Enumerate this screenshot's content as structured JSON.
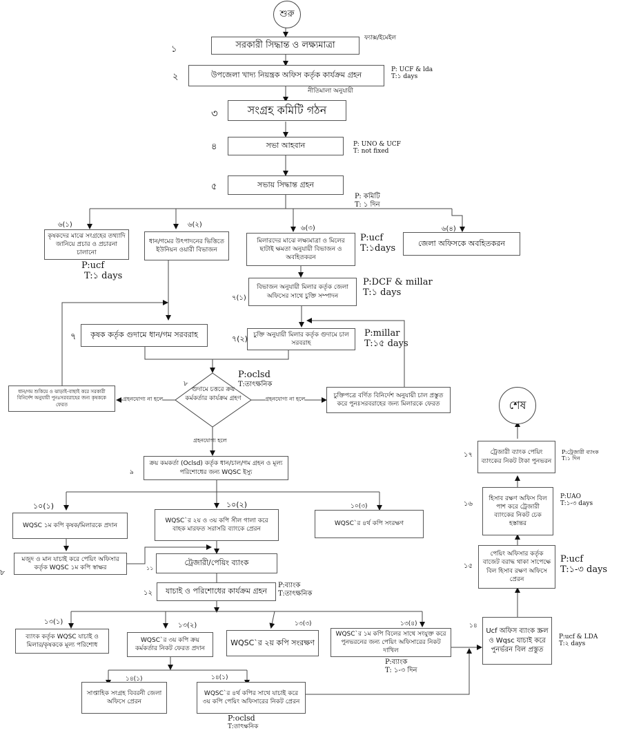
{
  "start": "শুরু",
  "end": "শেষ",
  "steps": {
    "s1": {
      "num": "১",
      "text": "সরকারী সিদ্ধান্ত ও লক্ষ্যমাত্রা",
      "note": "ফ্যাক্স/ইমেইল"
    },
    "s2": {
      "num": "২",
      "text": "উপজেলা খাদ্য নিয়ন্ত্রক অফিস কর্তৃক কার্যক্রম গ্রহন",
      "p": "P: UCF & lda",
      "t": "T:১ days",
      "note": "নীতিমালা অনুযায়ী"
    },
    "s3": {
      "num": "৩",
      "text": "সংগ্রহ কমিটি গঠন"
    },
    "s4": {
      "num": "৪",
      "text": "সভা আহবান",
      "p": "P: UNO & UCF",
      "t": "T: not fixed"
    },
    "s5": {
      "num": "৫",
      "text": "সভায় সিদ্ধান্ত গ্রহন",
      "p": "P: কমিটি",
      "t": "T: ১ দিন"
    },
    "s6_1": {
      "num": "৬(১)",
      "text": "কৃষকদের মাঝে সংগ্রহের তথ্যাদি জানিয়ে প্রচার ও প্রচারনা চালানো",
      "p": "P:ucf",
      "t": "T:১ days"
    },
    "s6_2": {
      "num": "৬(২)",
      "text": "ধান/গমের উৎপাদনের ভিত্তিতে ইউনিয়ন ওয়ারী বিভাজন"
    },
    "s6_3": {
      "num": "৬(৩)",
      "text": "মিলারদের মাঝে লক্ষ্যমাত্রা ও মিলের ছাটাই ক্ষমতা অনুযায়ী বিভাজন ও অবহিতকরন",
      "p": "P:ucf",
      "t": "T:১days"
    },
    "s6_4": {
      "num": "৬(৪)",
      "text": "জেলা অফিসকে অবহিতকরন"
    },
    "s7_1": {
      "num": "৭(১)",
      "text": "বিভাজন অনুযায়ী মিলার কর্তৃক জেলা অফিসের সাথে চুক্তি সম্পাদন",
      "p": "P:DCF & millar",
      "t": "T:১ days"
    },
    "s7": {
      "num": "৭",
      "text": "কৃষক কর্তৃক গুদামে ধান/গম সরবরাহ"
    },
    "s7_2": {
      "num": "৭(২)",
      "text": "চুক্তি অনুযায়ী মিলার কর্তৃক গুদামে চাল সরবরাহ",
      "p": "P:millar",
      "t": "T:১৫ days"
    },
    "s8": {
      "num": "৮",
      "text": "গুদামে চত্তরে ক্রয় কর্মকর্তার কার্যক্রম গ্রহণ",
      "p": "P:oclsd",
      "t": "T:তাৎক্ষনিক"
    },
    "reject_farmer": {
      "text": "ধান/গম শুকিয়ে ও ঝাড়াই-বাছাই করে সরকারী বিনির্দেশ অনুযায়ী পুনঃসরবরাহের জন্য কৃষককে ফেরত"
    },
    "reject_miller": {
      "text": "চুক্তিপত্রে বর্ণিত বিনির্দেশ অনুযায়ী চাল প্রস্তুত করে পুনঃসরবরাহের জন্য মিলারকে ফেরত"
    },
    "edge_not_acceptable": "গ্রহনযোগ্য না হলে",
    "edge_acceptable": "গ্রহনযোগ্য হলে",
    "s9": {
      "num": "৯",
      "text": "ক্রয় কমকর্তা (Oclsd) কর্তৃক ধান/চাল/গম গ্রহন ও মূল্য পরিশোধের জন্য WQSC ইস্যু"
    },
    "s10_1": {
      "num": "১০(১)",
      "text": "WQSC ১ম কপি কৃষক/মিলারকে প্রদান"
    },
    "s10_2": {
      "num": "১০(২)",
      "text": "WQSC`র ২য় ও ৩য় কপি সীল গালা করে বাহক মারফত সরাসরি ব্যাংকে প্রেরন"
    },
    "s10_3": {
      "num": "১০(৩)",
      "text": "WQSC`র ৪র্থ কপি সংরক্ষণ"
    },
    "s10_4": {
      "num": "৮",
      "text": "মজুদ ও মান যাচাই করে পেয়িং অফিসার কর্তৃক WQSC ১ম কপি স্বাক্ষর"
    },
    "s11": {
      "num": "১১",
      "text": "ট্রেজারী/পেয়িং ব্যাংক"
    },
    "s12": {
      "num": "১২",
      "text": "যাচাই ও পরিশোধের কার্যক্রম গ্রহন",
      "p": "P:ব্যাংক",
      "t": "T:তাৎক্ষনিক"
    },
    "s13_1": {
      "num": "১৩(১)",
      "text": "ব্যাংক কর্তৃক WQSC যাচাই ও মিলার/কৃষককে মূল্য পরিশোধ"
    },
    "s13_2": {
      "num": "১৩(২)",
      "text": "WQSC`র ৩য় কপি ক্রয় কর্মকর্তার নিকট ফেরত প্রদান"
    },
    "s13_3": {
      "num": "১৩(৩)",
      "text": "WQSC`র ২য় কপি সংরক্ষণ"
    },
    "s13_4": {
      "num": "১৩(৪)",
      "text": "WQSC`র ১ম কপি বিলের সাথে সংযুক্ত করে পুনভরনের জন্য পেয়িং অফিসারের নিকট দাখিল",
      "p": "P:ব্যাংক",
      "t": "T: ১-৩ দিন"
    },
    "s14_1": {
      "num": "১৪(১)",
      "text": "সাপ্তাহিক সংগ্রহ বিবরনী জেলা অফিসে প্রেরন"
    },
    "s14_2": {
      "num": "১৪(১)",
      "text": "WQSC`র ৪র্থ কপির সাথে যাচাই করে ৩য় কপি পেয়িং অফিসারের নিকট প্রেরন",
      "p": "P:oclsd",
      "t": "T:তাৎক্ষনিক"
    },
    "s14": {
      "num": "১৪",
      "text": "Ucf অফিস ব্যাংক স্ক্রল ও Wqsc যাচাই করে পুনর্ভরন বিল প্রস্তুত",
      "p": "P:ucf & LDA",
      "t": "T:২ days"
    },
    "s15": {
      "num": "১৫",
      "text": "পেয়িং অফিসার কর্তৃক বাজেট বরাদ্ধ থাকা সাপেক্ষে বিল হিসাব রক্ষণ অফিসে প্রেরন",
      "p": "P:ucf",
      "t": "T:১-৩ days"
    },
    "s16": {
      "num": "১৬",
      "text": "হিসাব রক্ষণ অফিস বিল পাশ করে ট্রেজারী ব্যাংকের নিকট চেক হস্তান্তর",
      "p": "P:UAO",
      "t": "T:১-৩ days"
    },
    "s17": {
      "num": "১৭",
      "text": "ট্রেজারী ব্যাংক পেয়িং ব্যাংকের নিকট টাকা পুনভরন",
      "p": "P:ট্রেজারী ব্যাংক",
      "t": "T:১ দিন"
    }
  }
}
